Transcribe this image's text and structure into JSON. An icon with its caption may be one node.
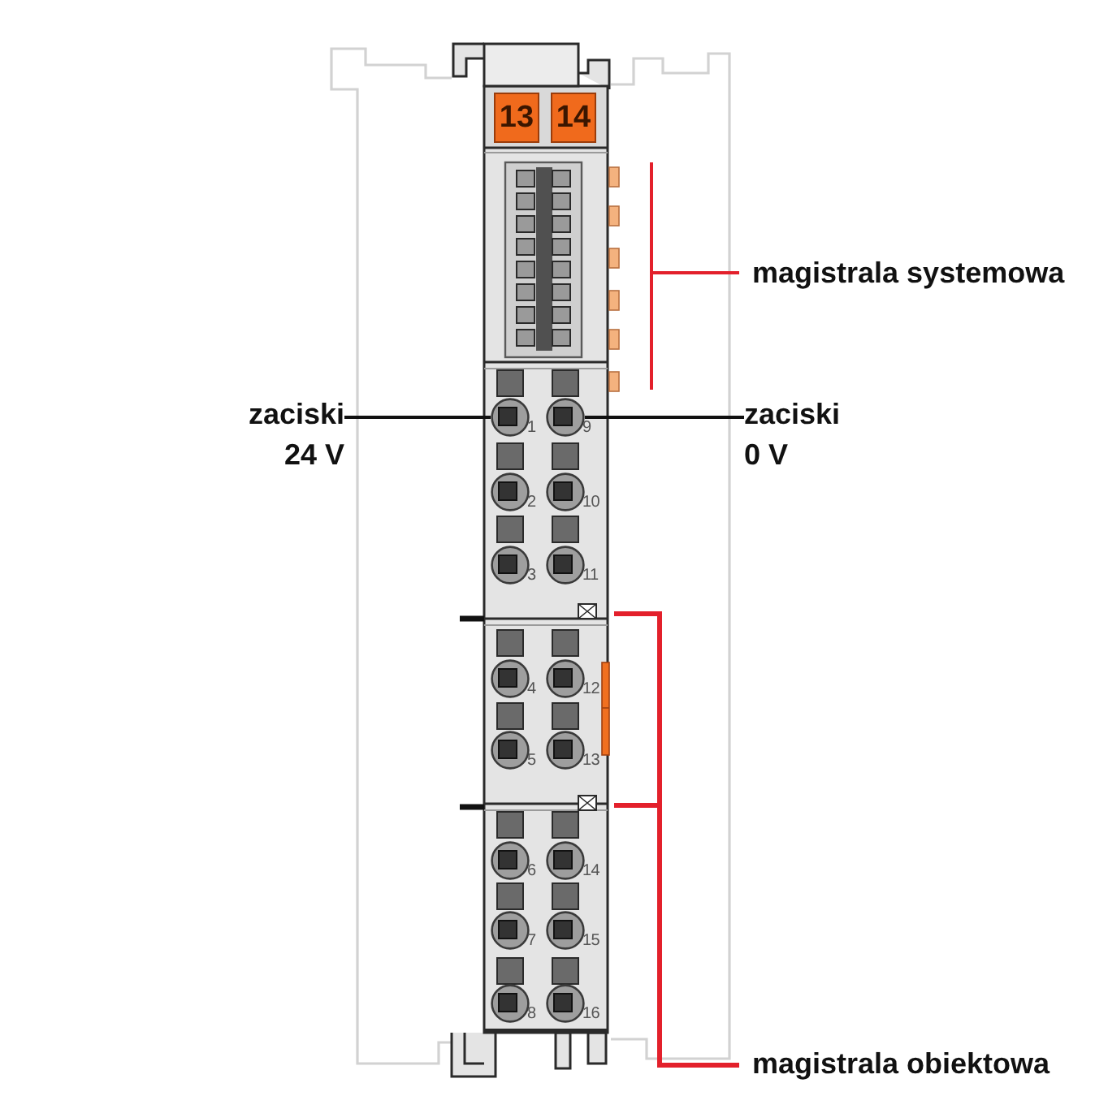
{
  "diagram": {
    "nodes": [
      {
        "text": [
          "zaciski",
          "24 V"
        ]
      },
      {
        "text": [],
        "shape": "circle",
        "beside": [
          "1"
        ]
      },
      {
        "text": [],
        "shape": "circle",
        "beside": [
          "9"
        ]
      },
      {
        "text": [
          "zaciski",
          "0 V"
        ]
      },
      {
        "text": [],
        "shape": "circle",
        "beside": [
          "2"
        ]
      },
      {
        "text": [],
        "shape": "circle",
        "beside": [
          "10"
        ]
      },
      {
        "text": [],
        "shape": "circle",
        "beside": [
          "3"
        ]
      },
      {
        "text": [],
        "shape": "circle",
        "beside": [
          "11"
        ]
      },
      {
        "text": [],
        "shape": "circle",
        "beside": [
          "4"
        ]
      },
      {
        "text": [],
        "shape": "circle",
        "beside": [
          "12"
        ]
      },
      {
        "text": [],
        "shape": "circle",
        "beside": [
          "5"
        ]
      },
      {
        "text": [],
        "shape": "circle",
        "beside": [
          "13"
        ]
      },
      {
        "text": [],
        "shape": "circle",
        "beside": [
          "6"
        ]
      },
      {
        "text": [],
        "shape": "circle",
        "beside": [
          "14"
        ]
      },
      {
        "text": [],
        "shape": "circle",
        "beside": [
          "7"
        ]
      },
      {
        "text": [],
        "shape": "circle",
        "beside": [
          "15"
        ]
      },
      {
        "text": [],
        "shape": "circle",
        "beside": [
          "8"
        ]
      },
      {
        "text": [],
        "shape": "circle",
        "beside": [
          "16"
        ]
      }
    ],
    "edges": [
      {
        "from": 0,
        "to": 1,
        "arrow": "none"
      },
      {
        "from": 3,
        "to": 2,
        "arrow": "none"
      }
    ],
    "labels": [
      "13",
      "14",
      "magistrala systemowa",
      "magistrala obiektowa"
    ]
  }
}
